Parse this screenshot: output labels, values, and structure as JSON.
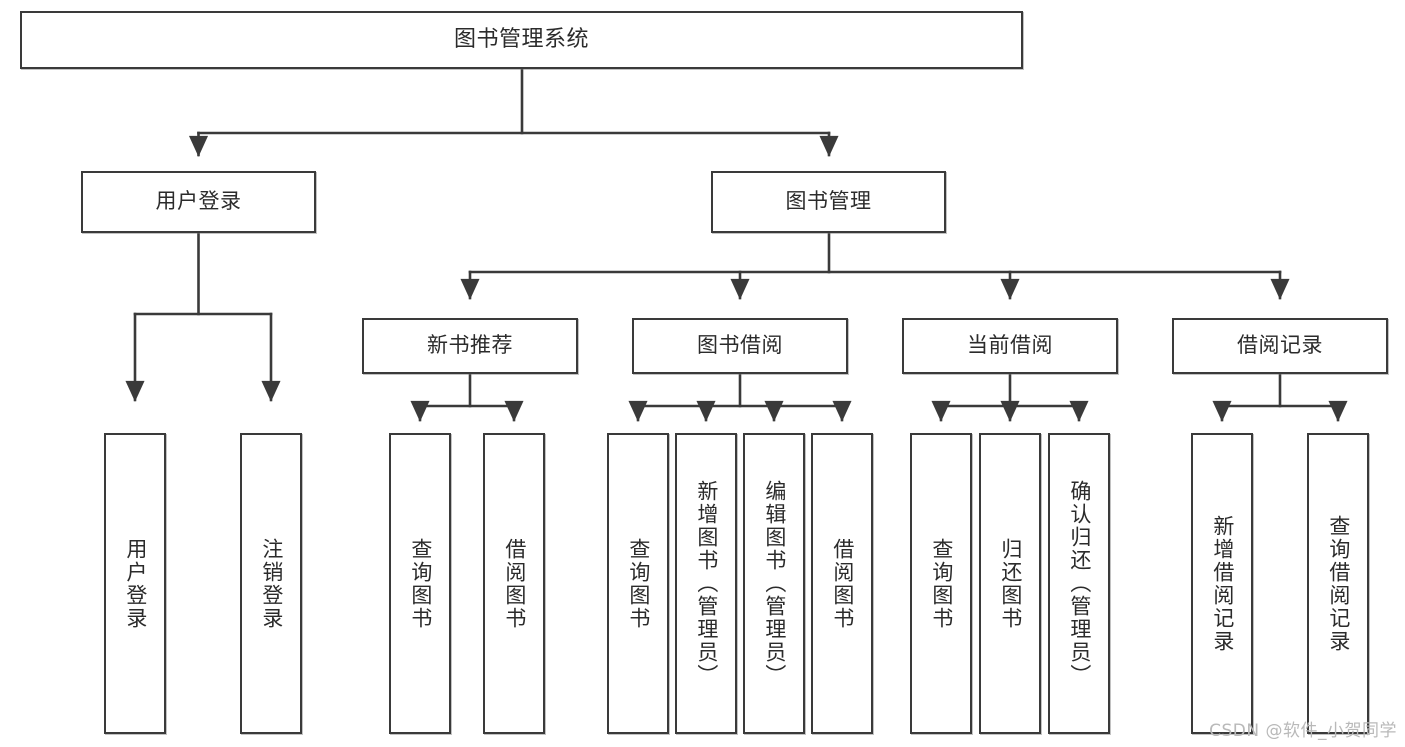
{
  "diagram": {
    "title": "图书管理系统",
    "type": "tree-structure-chart",
    "stroke_color": "#3a3a3a",
    "text_color": "#2b2b2b",
    "background_color": "#ffffff"
  },
  "nodes": {
    "root": {
      "label": "图书管理系统"
    },
    "level1": [
      {
        "label": "用户登录"
      },
      {
        "label": "图书管理"
      }
    ],
    "level2": [
      {
        "label": "新书推荐"
      },
      {
        "label": "图书借阅"
      },
      {
        "label": "当前借阅"
      },
      {
        "label": "借阅记录"
      }
    ],
    "leaves": {
      "user_login": [
        {
          "label": "用户登录"
        },
        {
          "label": "注销登录"
        }
      ],
      "new_book_recommend": [
        {
          "label": "查询图书"
        },
        {
          "label": "借阅图书"
        }
      ],
      "book_borrow": [
        {
          "label": "查询图书"
        },
        {
          "label": "新增图书（管理员）"
        },
        {
          "label": "编辑图书（管理员）"
        },
        {
          "label": "借阅图书"
        }
      ],
      "current_borrow": [
        {
          "label": "查询图书"
        },
        {
          "label": "归还图书"
        },
        {
          "label": "确认归还（管理员）"
        }
      ],
      "borrow_record": [
        {
          "label": "新增借阅记录"
        },
        {
          "label": "查询借阅记录"
        }
      ]
    }
  },
  "watermark": {
    "text": "CSDN @软件_小贺同学"
  }
}
